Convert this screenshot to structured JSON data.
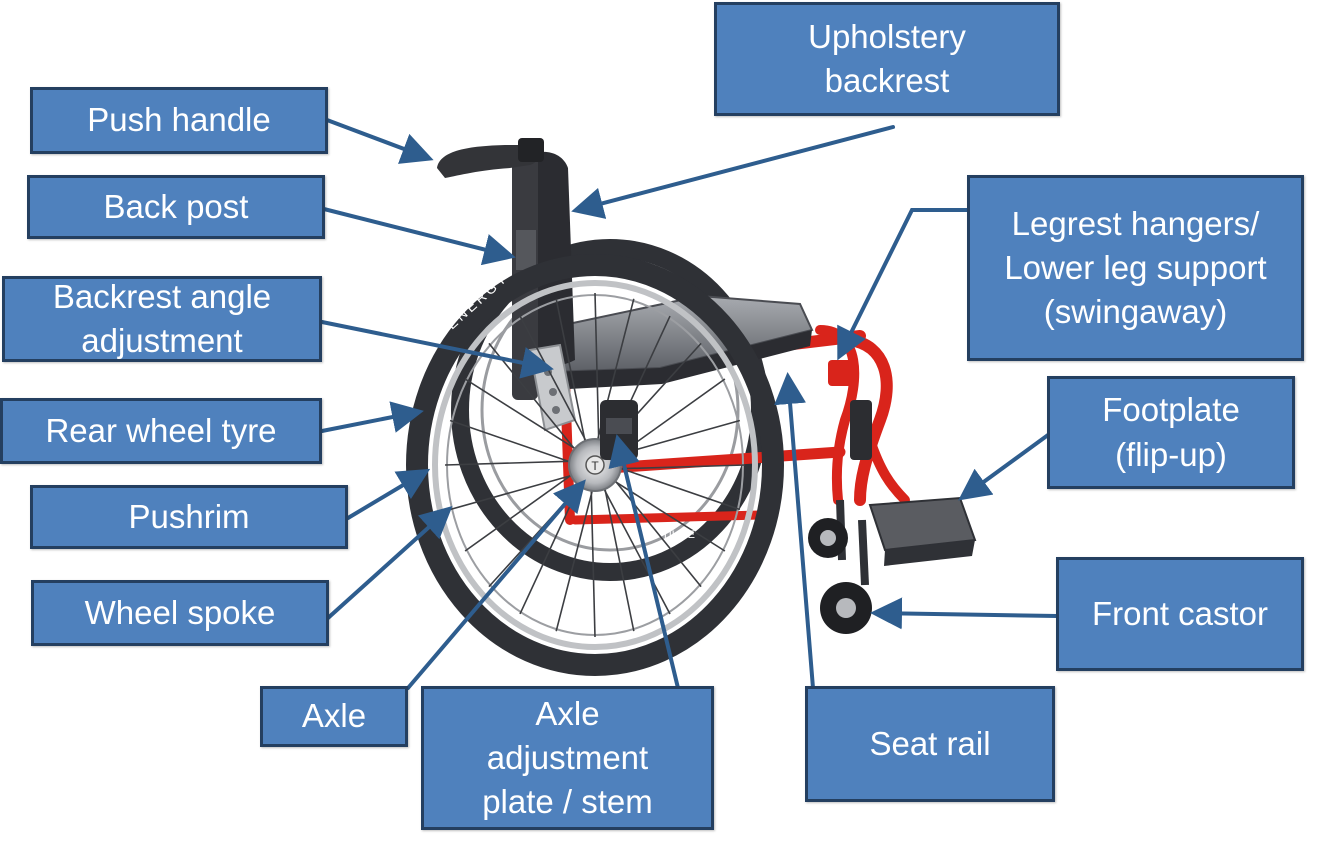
{
  "labels": {
    "push_handle": "Push handle",
    "upholstery_backrest": "Upholstery\nbackrest",
    "back_post": "Back post",
    "backrest_angle": "Backrest angle\nadjustment",
    "legrest": "Legrest hangers/\nLower leg support\n(swingaway)",
    "rear_wheel_tyre": "Rear wheel tyre",
    "footplate": "Footplate\n(flip-up)",
    "pushrim": "Pushrim",
    "wheel_spoke": "Wheel spoke",
    "front_castor": "Front castor",
    "axle": "Axle",
    "axle_plate": "Axle\nadjustment\nplate / stem",
    "seat_rail": "Seat rail"
  },
  "wheel_logo": "ENERGY",
  "frame_badge": "TILITE",
  "colors": {
    "label_fill": "#4f81bd",
    "label_border": "#243f60",
    "label_text": "#ffffff",
    "arrow": "#2e5d8e",
    "frame": "#d9241b",
    "tyre": "#2f3136",
    "upholstery": "#2b2c31"
  }
}
